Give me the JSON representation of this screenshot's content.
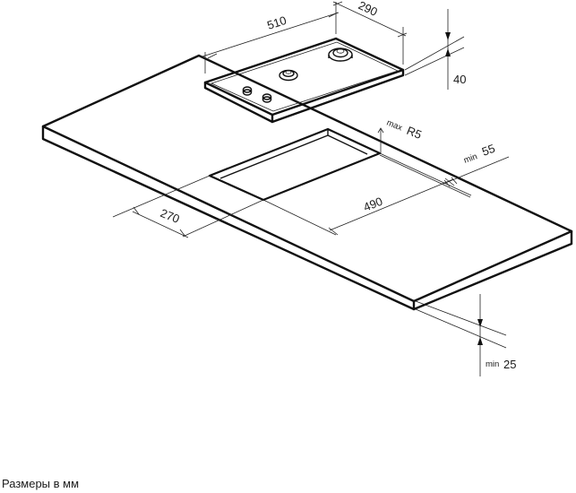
{
  "dimensions": {
    "hob_width": "510",
    "hob_depth": "290",
    "hob_height": "40",
    "corner_radius_prefix": "max",
    "corner_radius": "R5",
    "min_edge_distance_prefix": "min",
    "min_edge_distance": "55",
    "cutout_width": "490",
    "cutout_depth": "270",
    "min_thickness_prefix": "min",
    "min_thickness": "25"
  },
  "caption": "Размеры в мм",
  "colors": {
    "line": "#111111",
    "background": "#ffffff"
  }
}
